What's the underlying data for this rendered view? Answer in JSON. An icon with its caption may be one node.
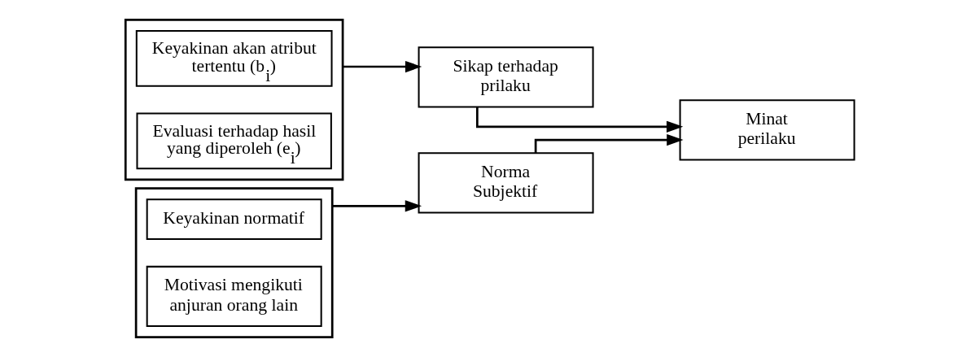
{
  "diagram": {
    "nodes": [
      {
        "text": [],
        "shape": "box"
      },
      {
        "text": [
          "Keyakinan akan atribut tertentu (b$_{i}$)"
        ],
        "in": 0
      },
      {
        "text": [
          "Evaluasi terhadap hasil yang diperoleh (e$_{i}$)"
        ],
        "in": 0
      },
      {
        "text": [],
        "shape": "box"
      },
      {
        "text": [
          "Keyakinan normatif"
        ],
        "in": 3
      },
      {
        "text": [
          "Motivasi mengikuti anjuran orang lain"
        ],
        "in": 3
      },
      {
        "text": [
          "Sikap terhadap prilaku"
        ]
      },
      {
        "text": [
          "Norma Subjektif"
        ]
      },
      {
        "text": [
          "Minat perilaku"
        ]
      }
    ],
    "edges": [
      {
        "from": 0,
        "to": 6,
        "arrow": "to"
      },
      {
        "from": 3,
        "to": 7,
        "arrow": "to"
      },
      {
        "from": 6,
        "to": 8,
        "arrow": "to"
      },
      {
        "from": 7,
        "to": 8,
        "arrow": "to"
      }
    ]
  }
}
